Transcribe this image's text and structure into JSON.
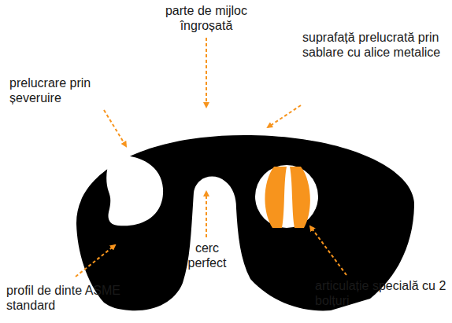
{
  "diagram": {
    "labels": [
      "parte de mijloc îngroșată",
      "prelucrare prin șeveruire",
      "suprafață prelucrată prin sablare cu alice metalice",
      "cerc perfect",
      "profil de dinte ASME standard",
      "articulație specială cu 2 bolțuri"
    ]
  }
}
